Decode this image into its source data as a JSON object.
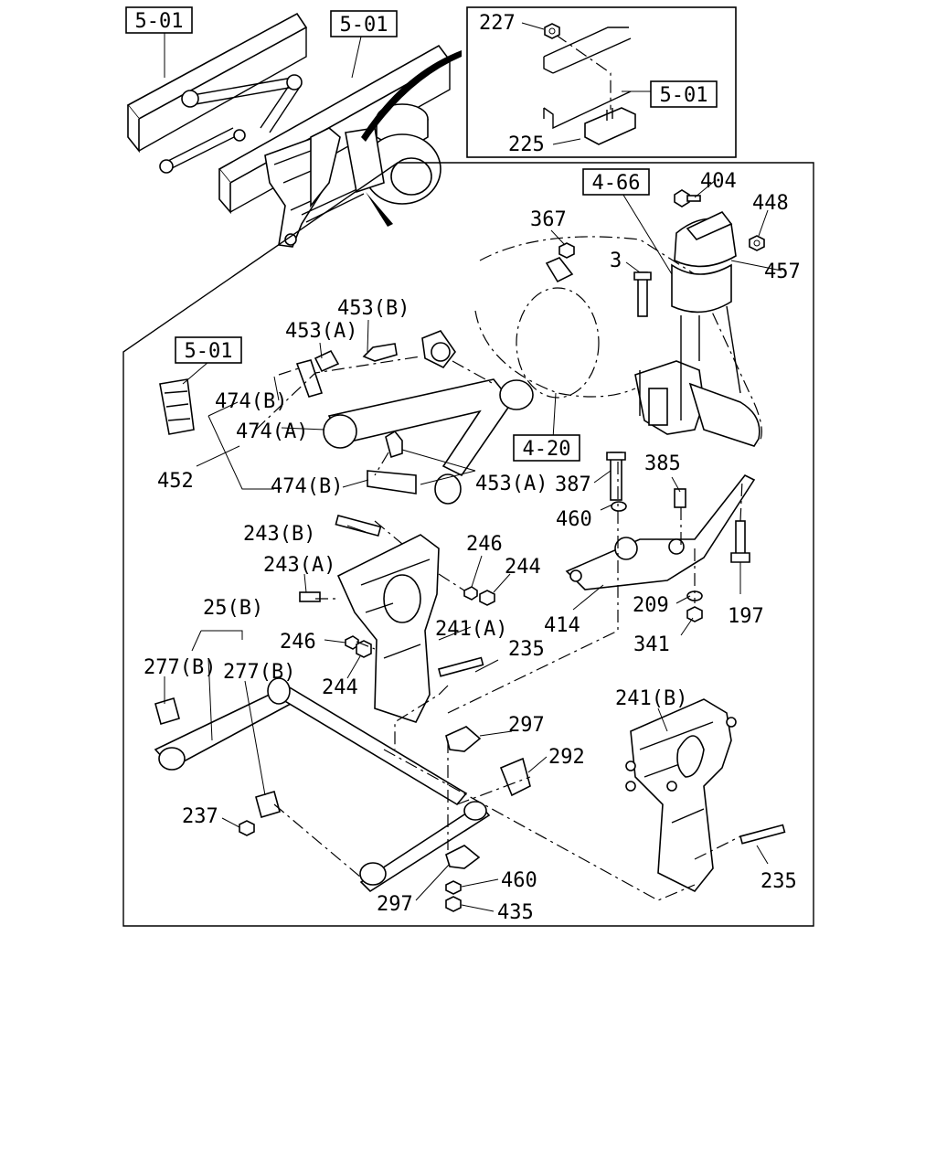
{
  "refs": {
    "r1": "5-01",
    "r2": "5-01",
    "r3": "5-01",
    "r4": "4-66",
    "r5": "5-01",
    "r6": "4-20"
  },
  "parts": {
    "p227": "227",
    "p225": "225",
    "p404": "404",
    "p448": "448",
    "p457": "457",
    "p367": "367",
    "p3": "3",
    "p453b": "453(B)",
    "p453a": "453(A)",
    "p474b_1": "474(B)",
    "p474a": "474(A)",
    "p452": "452",
    "p474b_2": "474(B)",
    "p453a_2": "453(A)",
    "p387": "387",
    "p385": "385",
    "p460_1": "460",
    "p243b": "243(B)",
    "p243a": "243(A)",
    "p246_1": "246",
    "p244_1": "244",
    "p25b": "25(B)",
    "p241a": "241(A)",
    "p414": "414",
    "p209": "209",
    "p197": "197",
    "p341": "341",
    "p277b_1": "277(B)",
    "p277b_2": "277(B)",
    "p246_2": "246",
    "p244_2": "244",
    "p235_1": "235",
    "p241b": "241(B)",
    "p297_1": "297",
    "p292": "292",
    "p237": "237",
    "p460_2": "460",
    "p297_2": "297",
    "p435": "435",
    "p235_2": "235"
  }
}
